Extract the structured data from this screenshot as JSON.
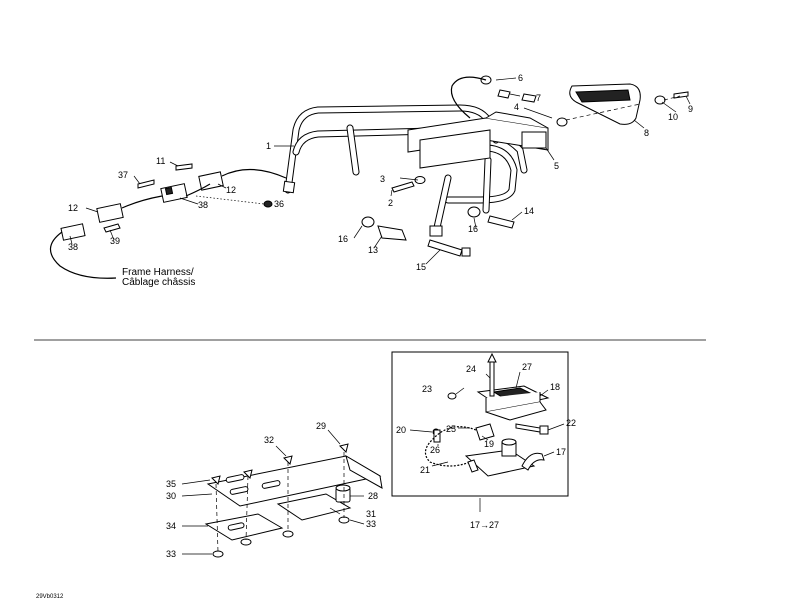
{
  "diagram": {
    "callouts": [
      {
        "id": "c1",
        "text": "1"
      },
      {
        "id": "c2",
        "text": "2"
      },
      {
        "id": "c3",
        "text": "3"
      },
      {
        "id": "c4",
        "text": "4"
      },
      {
        "id": "c5",
        "text": "5"
      },
      {
        "id": "c6",
        "text": "6"
      },
      {
        "id": "c7",
        "text": "7"
      },
      {
        "id": "c8",
        "text": "8"
      },
      {
        "id": "c9",
        "text": "9"
      },
      {
        "id": "c10",
        "text": "10"
      },
      {
        "id": "c11",
        "text": "11"
      },
      {
        "id": "c12a",
        "text": "12"
      },
      {
        "id": "c12b",
        "text": "12"
      },
      {
        "id": "c13",
        "text": "13"
      },
      {
        "id": "c14",
        "text": "14"
      },
      {
        "id": "c15",
        "text": "15"
      },
      {
        "id": "c16a",
        "text": "16"
      },
      {
        "id": "c16b",
        "text": "16"
      },
      {
        "id": "c17",
        "text": "17"
      },
      {
        "id": "c18",
        "text": "18"
      },
      {
        "id": "c19",
        "text": "19"
      },
      {
        "id": "c20",
        "text": "20"
      },
      {
        "id": "c21",
        "text": "21"
      },
      {
        "id": "c22",
        "text": "22"
      },
      {
        "id": "c23",
        "text": "23"
      },
      {
        "id": "c24",
        "text": "24"
      },
      {
        "id": "c25",
        "text": "25"
      },
      {
        "id": "c26",
        "text": "26"
      },
      {
        "id": "c27",
        "text": "27"
      },
      {
        "id": "c28",
        "text": "28"
      },
      {
        "id": "c29",
        "text": "29"
      },
      {
        "id": "c30",
        "text": "30"
      },
      {
        "id": "c31",
        "text": "31"
      },
      {
        "id": "c32",
        "text": "32"
      },
      {
        "id": "c33a",
        "text": "33"
      },
      {
        "id": "c33b",
        "text": "33"
      },
      {
        "id": "c34",
        "text": "34"
      },
      {
        "id": "c35",
        "text": "35"
      },
      {
        "id": "c36",
        "text": "36"
      },
      {
        "id": "c37",
        "text": "37"
      },
      {
        "id": "c38a",
        "text": "38"
      },
      {
        "id": "c38b",
        "text": "38"
      },
      {
        "id": "c39",
        "text": "39"
      }
    ],
    "frame_harness_en": "Frame Harness/",
    "frame_harness_fr": "Câblage châssis",
    "inset_reference": "17→27",
    "drawing_code": "29Vb0312"
  }
}
